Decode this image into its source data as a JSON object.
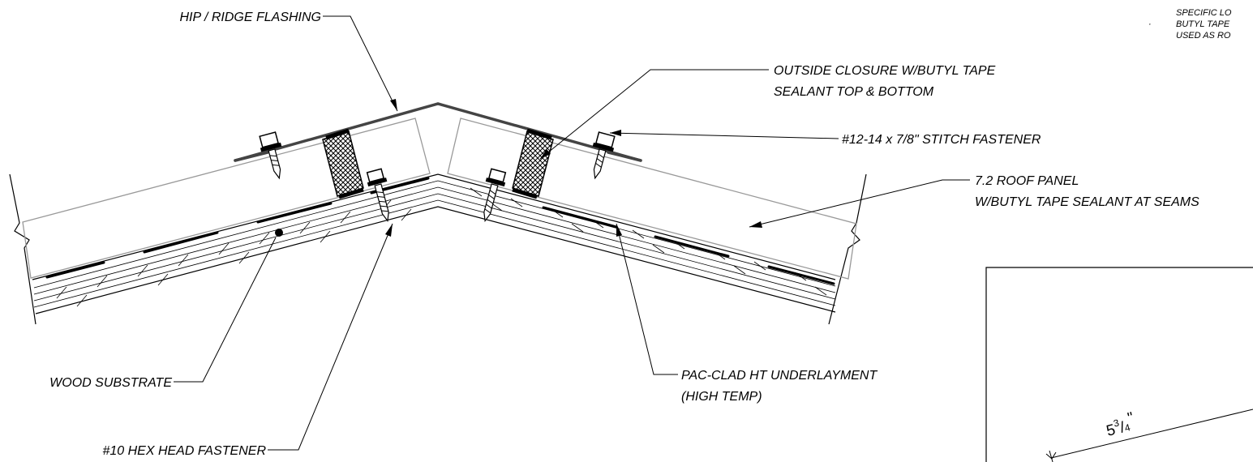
{
  "labels": {
    "hip_ridge": "HIP / RIDGE FLASHING",
    "closure_1": "OUTSIDE CLOSURE W/BUTYL TAPE",
    "closure_2": "SEALANT TOP & BOTTOM",
    "stitch": "#12-14 x 7/8\" STITCH FASTENER",
    "panel_1": "7.2 ROOF PANEL",
    "panel_2": "W/BUTYL TAPE SEALANT AT SEAMS",
    "wood": "WOOD SUBSTRATE",
    "underlay_1": "PAC-CLAD HT UNDERLAYMENT",
    "underlay_2": "(HIGH TEMP)",
    "hex": "#10 HEX HEAD FASTENER"
  },
  "notes": {
    "line_1": "SPECIFIC LO",
    "line_2": "BUTYL TAPE",
    "line_3": "USED AS RO",
    "bullet": "·"
  },
  "dimension": {
    "whole": "5",
    "fraction_num": "3",
    "fraction_den": "4",
    "unit": "\""
  }
}
